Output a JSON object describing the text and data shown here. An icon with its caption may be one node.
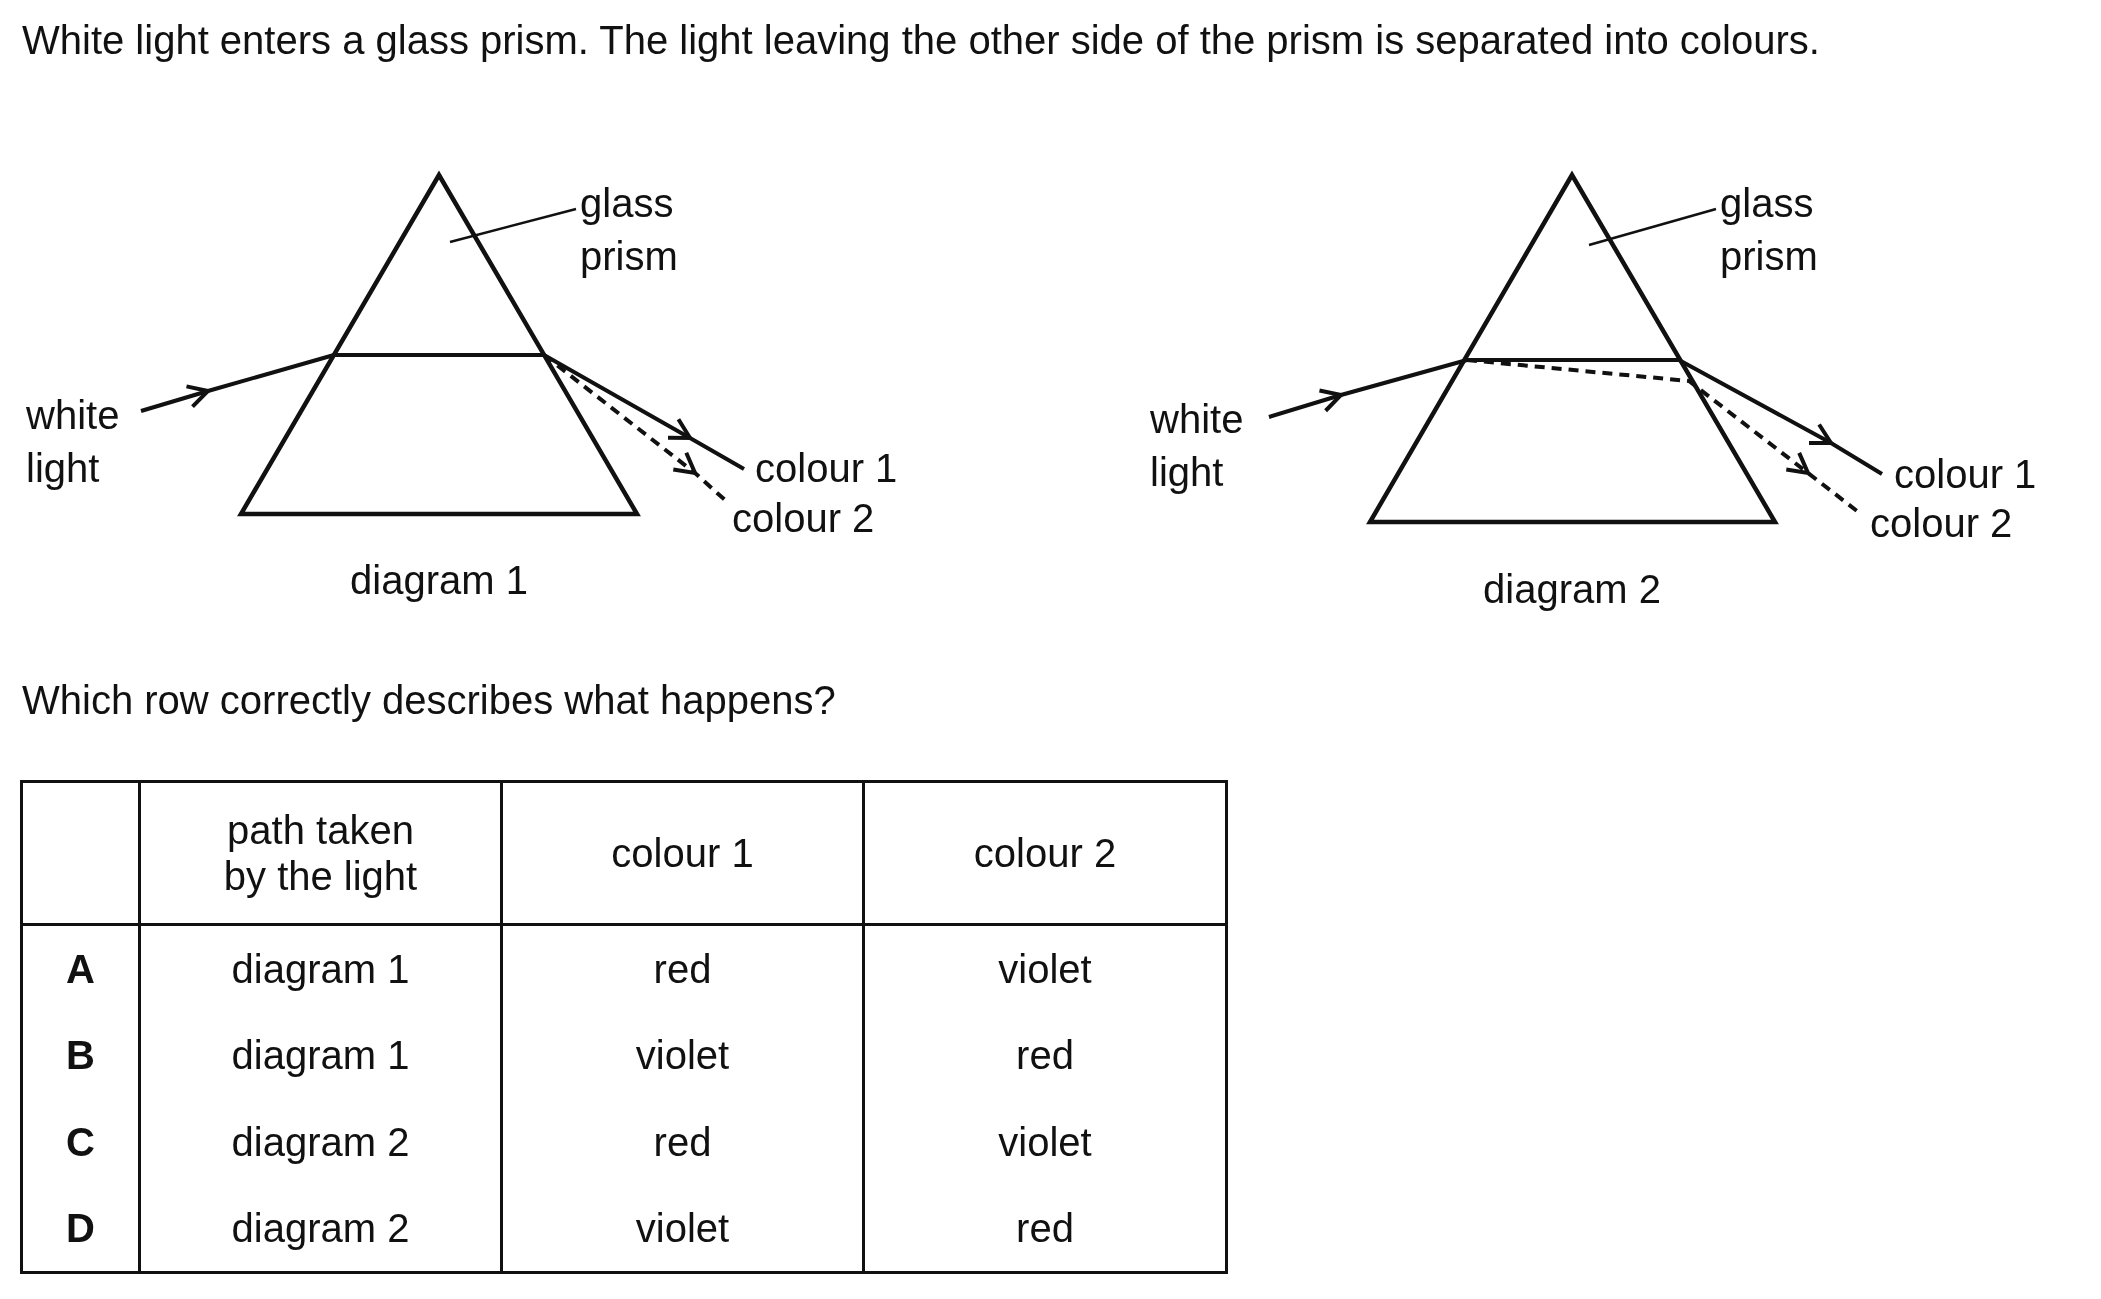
{
  "diagram": {
    "nodes": [
      {
        "text": [
          "glass prism"
        ]
      },
      {
        "text": [],
        "shape": "triangle"
      },
      {
        "text": [
          "white light"
        ]
      },
      {
        "text": [
          "colour 1"
        ]
      },
      {
        "text": [
          "colour 2"
        ]
      },
      {
        "text": [
          "glass prism"
        ]
      },
      {
        "text": [],
        "shape": "triangle"
      },
      {
        "text": [
          "white light"
        ]
      },
      {
        "text": [
          "colour 1"
        ]
      },
      {
        "text": [
          "colour 2"
        ]
      }
    ],
    "edges": [
      {
        "from": 0,
        "to": 1,
        "arrow": "none"
      },
      {
        "from": 2,
        "to": 1,
        "arrow": "to"
      },
      {
        "from": 1,
        "to": 3,
        "arrow": "to"
      },
      {
        "from": 1,
        "to": 4,
        "arrow": "to",
        "style": "dashed"
      },
      {
        "from": 5,
        "to": 6,
        "arrow": "none"
      },
      {
        "from": 7,
        "to": 6,
        "arrow": "to"
      },
      {
        "from": 6,
        "to": 8,
        "arrow": "to"
      },
      {
        "from": 6,
        "to": 9,
        "arrow": "to",
        "style": "dashed"
      }
    ],
    "labels": [
      "White light enters a glass prism. The light leaving the other side of the prism is separated into colours.",
      "diagram 1",
      "diagram 2",
      "Which row correctly describes what happens?",
      "path taken by the light",
      "colour 1",
      "colour 2",
      "A",
      "diagram 1",
      "red",
      "violet",
      "B",
      "diagram 1",
      "violet",
      "red",
      "C",
      "diagram 2",
      "red",
      "violet",
      "D",
      "diagram 2",
      "violet",
      "red"
    ]
  }
}
